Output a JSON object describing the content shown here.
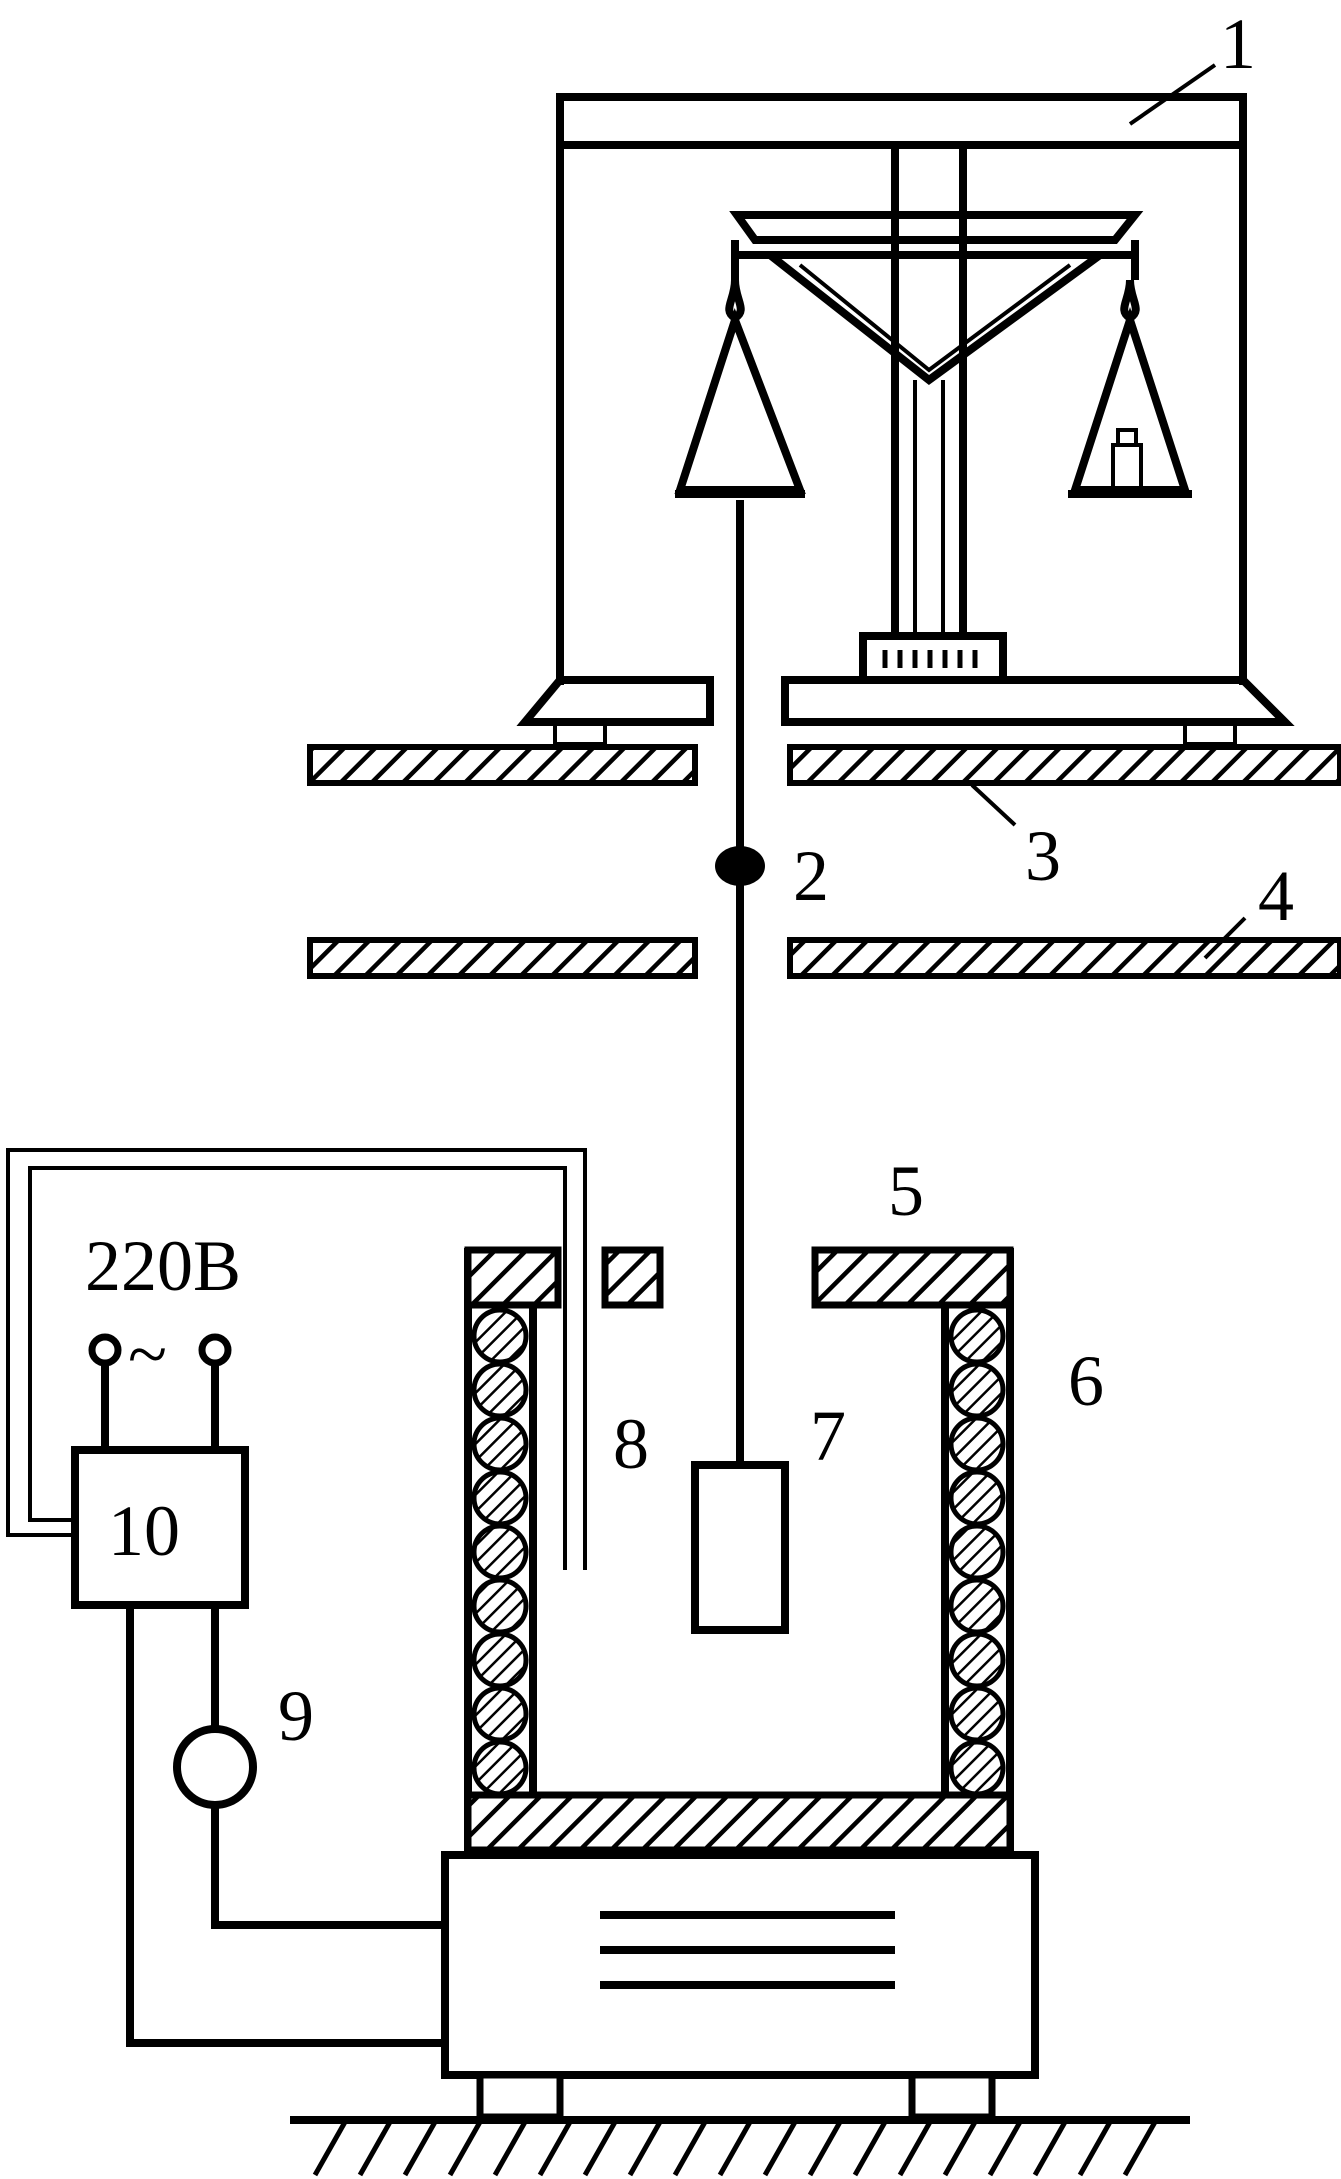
{
  "labels": {
    "l1": "1",
    "l2": "2",
    "l3": "3",
    "l4": "4",
    "l5": "5",
    "l6": "6",
    "l7": "7",
    "l8": "8",
    "l9": "9",
    "l10": "10",
    "voltage": "220B",
    "ac_symbol": "~"
  },
  "colors": {
    "line": "#000000",
    "background": "#ffffff"
  }
}
